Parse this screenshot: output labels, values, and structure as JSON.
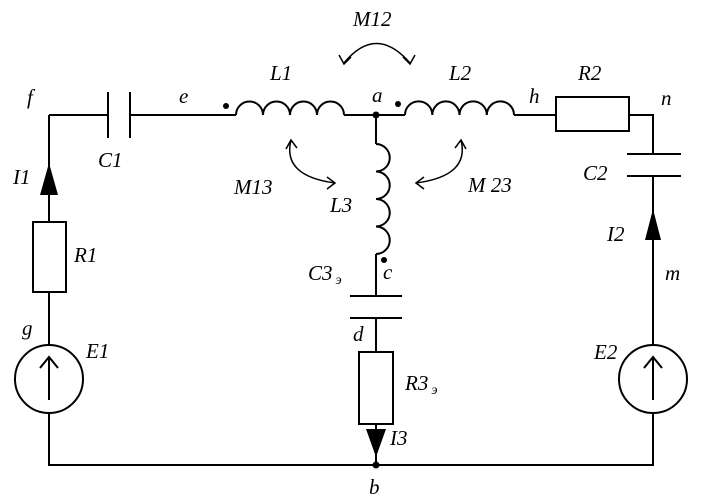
{
  "circuit": {
    "resistors": {
      "r1": "R1",
      "r2": "R2",
      "r3": "R3",
      "r3_sub": "э"
    },
    "capacitors": {
      "c1": "C1",
      "c2": "C2",
      "c3": "C3",
      "c3_sub": "э"
    },
    "inductors": {
      "l1": "L1",
      "l2": "L2",
      "l3": "L3"
    },
    "mutual": {
      "m12": "M12",
      "m13": "M13",
      "m23": "M 23"
    },
    "sources": {
      "e1": "E1",
      "e2": "E2"
    },
    "currents": {
      "i1": "I1",
      "i2": "I2",
      "i3": "I3"
    },
    "nodes": {
      "a": "a",
      "b": "b",
      "c": "c",
      "d": "d",
      "e": "e",
      "f": "f",
      "g": "g",
      "h": "h",
      "m": "m",
      "n": "n"
    }
  }
}
